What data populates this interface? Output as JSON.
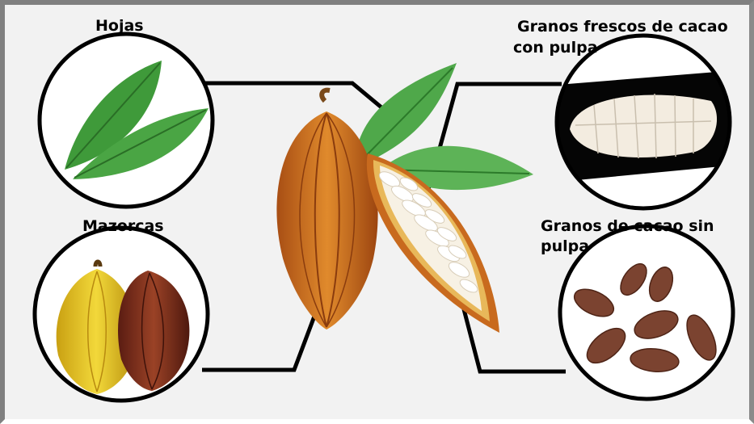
{
  "labels": {
    "leaves": "Hojas",
    "fresh_beans_line1": "Granos frescos de cacao",
    "fresh_beans_line2": "con pulpa",
    "pods": "Mazorcas",
    "dry_beans_line1": "Granos de cacao sin",
    "dry_beans_line2": "pulpa"
  },
  "colors": {
    "background": "#f2f2f2",
    "leaf_green": "#3f9a3a",
    "pod_orange": "#c9691e",
    "pod_yellow": "#e8c61c",
    "pod_brown": "#7a2e1c",
    "bean_dry": "#7b4330",
    "bean_fresh": "#f3ece0",
    "connector": "#000000"
  }
}
